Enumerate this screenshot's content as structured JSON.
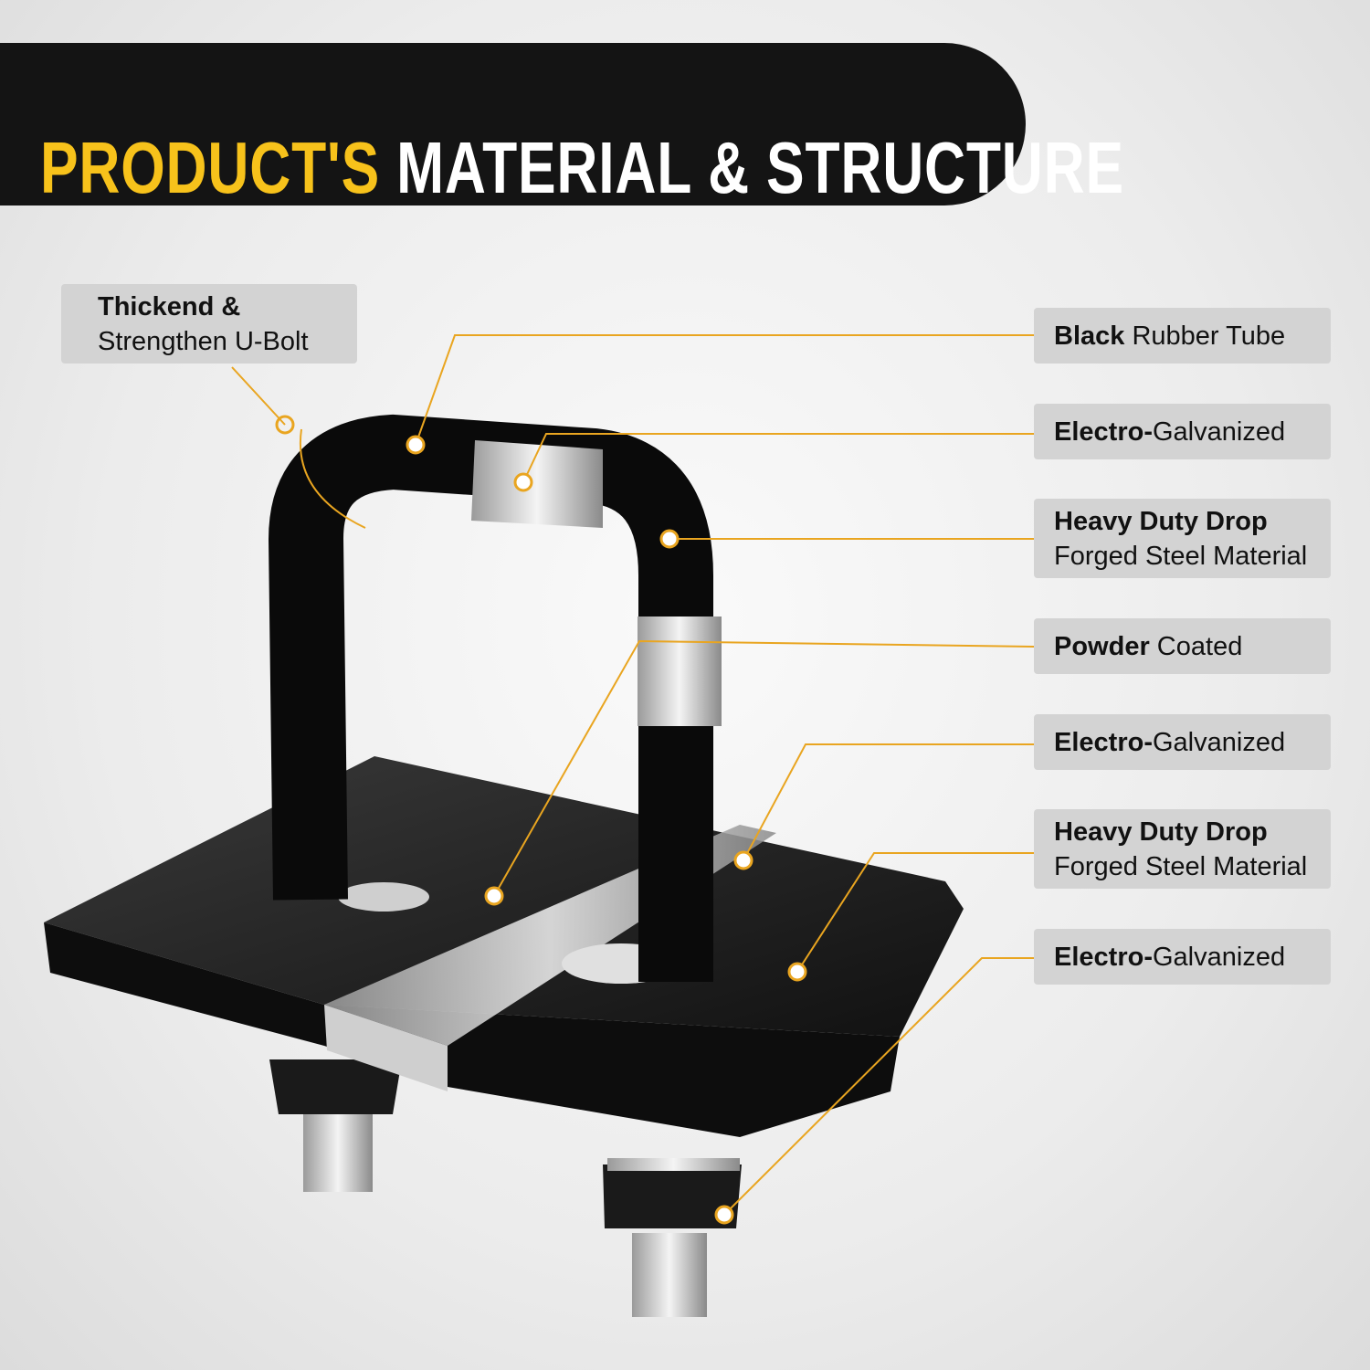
{
  "header": {
    "title_highlight": "PRODUCT'S",
    "title_rest": "MATERIAL & STRUCTURE"
  },
  "left_label": {
    "line1": "Thickend &",
    "line2": "Strengthen U-Bolt"
  },
  "right_labels": [
    {
      "bold": "Black",
      "rest": " Rubber Tube"
    },
    {
      "bold": "Electro-",
      "rest": "Galvanized"
    },
    {
      "bold": "Heavy Duty Drop",
      "rest": "Forged Steel Material"
    },
    {
      "bold": "Powder",
      "rest": " Coated"
    },
    {
      "bold": "Electro-",
      "rest": "Galvanized"
    },
    {
      "bold": "Heavy Duty Drop",
      "rest": "Forged Steel Material"
    },
    {
      "bold": "Electro-",
      "rest": "Galvanized"
    }
  ],
  "colors": {
    "accent": "#f7c21b",
    "leader": "#e9a520",
    "banner": "#141414",
    "label_bg": "#d3d3d3"
  }
}
